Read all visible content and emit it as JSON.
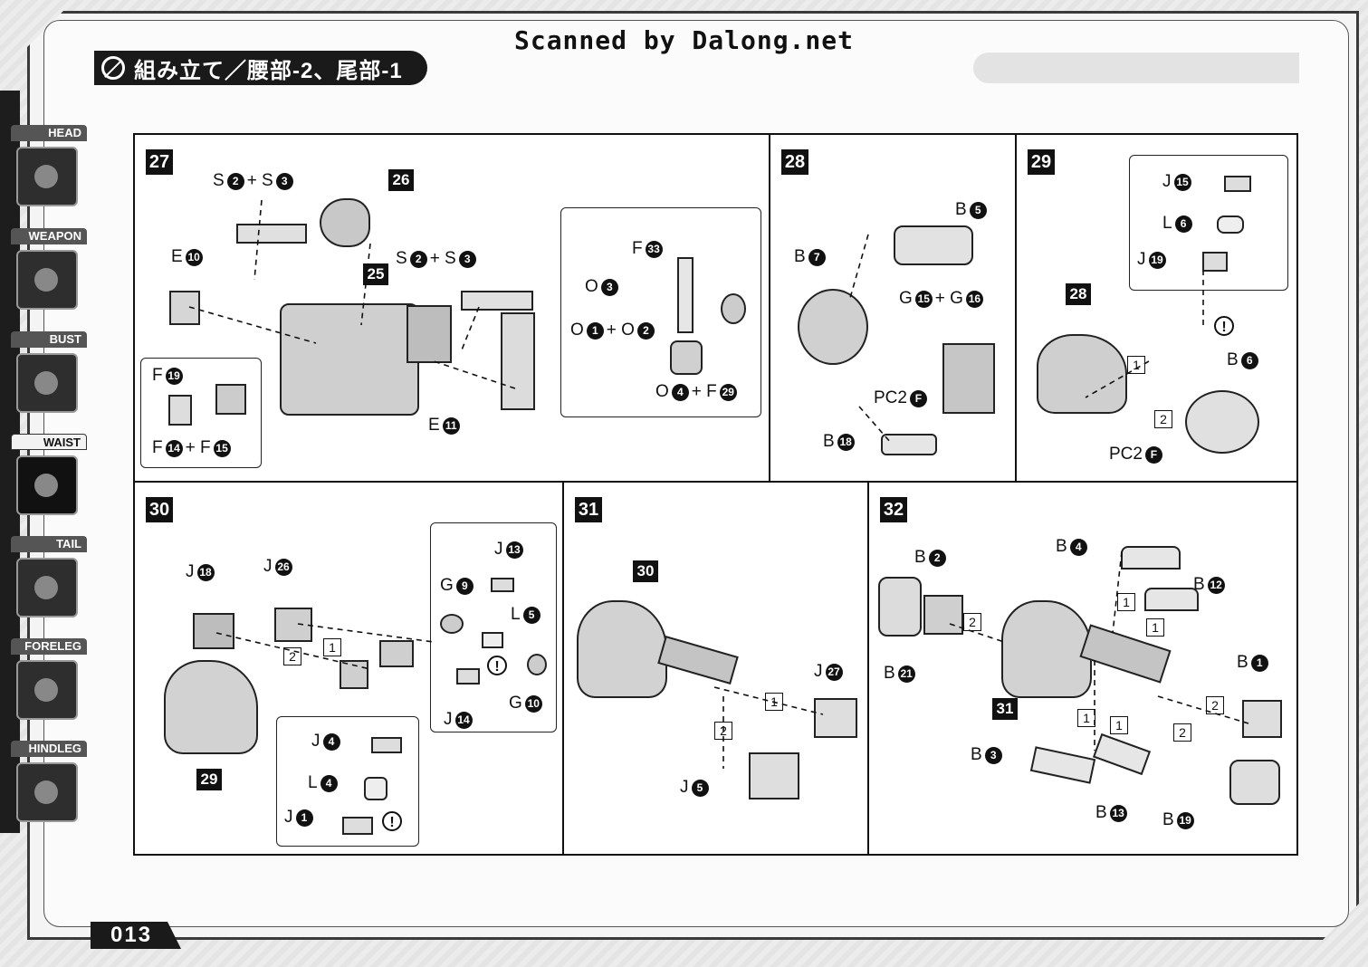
{
  "header": {
    "scan_credit": "Scanned by Dalong.net",
    "title": "組み立て／腰部-2、尾部-1"
  },
  "sidebar": {
    "tabs": [
      {
        "label": "HEAD"
      },
      {
        "label": "WEAPON"
      },
      {
        "label": "BUST"
      },
      {
        "label": "WAIST"
      },
      {
        "label": "TAIL"
      },
      {
        "label": "FORELEG"
      },
      {
        "label": "HINDLEG"
      }
    ],
    "active_tab": "WAIST"
  },
  "footer": {
    "page_number": "013"
  },
  "steps": {
    "s27": {
      "number": "27",
      "refs": [
        "26",
        "25"
      ],
      "parts": {
        "s2s3_a": {
          "pre": "S",
          "n1": "2",
          "mid": "+ S",
          "n2": "3"
        },
        "e10": {
          "pre": "E",
          "n1": "10"
        },
        "s2s3_b": {
          "pre": "S",
          "n1": "2",
          "mid": "+ S",
          "n2": "3"
        },
        "e11": {
          "pre": "E",
          "n1": "11"
        },
        "f19": {
          "pre": "F",
          "n1": "19"
        },
        "f14f15": {
          "pre": "F",
          "n1": "14",
          "mid": "+ F",
          "n2": "15"
        },
        "f33": {
          "pre": "F",
          "n1": "33"
        },
        "o3": {
          "pre": "O",
          "n1": "3"
        },
        "o1o2": {
          "pre": "O",
          "n1": "1",
          "mid": "+ O",
          "n2": "2"
        },
        "o4f29": {
          "pre": "O",
          "n1": "4",
          "mid": "+ F",
          "n2": "29"
        }
      }
    },
    "s28": {
      "number": "28",
      "parts": {
        "b5": {
          "pre": "B",
          "n1": "5"
        },
        "b7": {
          "pre": "B",
          "n1": "7"
        },
        "g15g16": {
          "pre": "G",
          "n1": "15",
          "mid": "+ G",
          "n2": "16"
        },
        "pc2f": {
          "pre": "PC2",
          "n1": "F"
        },
        "b18": {
          "pre": "B",
          "n1": "18"
        }
      }
    },
    "s29": {
      "number": "29",
      "ref": "28",
      "seq": [
        "1",
        "2"
      ],
      "warn": "!",
      "parts": {
        "j15": {
          "pre": "J",
          "n1": "15"
        },
        "l6": {
          "pre": "L",
          "n1": "6"
        },
        "j19": {
          "pre": "J",
          "n1": "19"
        },
        "b6": {
          "pre": "B",
          "n1": "6"
        },
        "pc2f": {
          "pre": "PC2",
          "n1": "F"
        }
      }
    },
    "s30": {
      "number": "30",
      "ref": "29",
      "seq": [
        "2",
        "1"
      ],
      "warn": "!",
      "parts": {
        "j18": {
          "pre": "J",
          "n1": "18"
        },
        "j26": {
          "pre": "J",
          "n1": "26"
        },
        "j13": {
          "pre": "J",
          "n1": "13"
        },
        "g9": {
          "pre": "G",
          "n1": "9"
        },
        "l5": {
          "pre": "L",
          "n1": "5"
        },
        "j14": {
          "pre": "J",
          "n1": "14"
        },
        "g10": {
          "pre": "G",
          "n1": "10"
        },
        "j4": {
          "pre": "J",
          "n1": "4"
        },
        "l4": {
          "pre": "L",
          "n1": "4"
        },
        "j1": {
          "pre": "J",
          "n1": "1"
        }
      }
    },
    "s31": {
      "number": "31",
      "ref": "30",
      "seq": [
        "1",
        "2"
      ],
      "parts": {
        "j27": {
          "pre": "J",
          "n1": "27"
        },
        "j5": {
          "pre": "J",
          "n1": "5"
        }
      }
    },
    "s32": {
      "number": "32",
      "ref": "31",
      "seq": [
        "2",
        "1",
        "1",
        "2",
        "1",
        "1",
        "2"
      ],
      "parts": {
        "b2": {
          "pre": "B",
          "n1": "2"
        },
        "b4": {
          "pre": "B",
          "n1": "4"
        },
        "b12": {
          "pre": "B",
          "n1": "12"
        },
        "b21": {
          "pre": "B",
          "n1": "21"
        },
        "b1": {
          "pre": "B",
          "n1": "1"
        },
        "b3": {
          "pre": "B",
          "n1": "3"
        },
        "b13": {
          "pre": "B",
          "n1": "13"
        },
        "b19": {
          "pre": "B",
          "n1": "19"
        }
      }
    }
  }
}
